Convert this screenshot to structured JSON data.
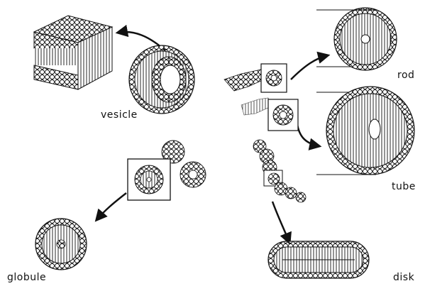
{
  "labels": {
    "vesicle": "vesicle",
    "rod": "rod",
    "tube": "tube",
    "globule": "globule",
    "disk": "disk"
  },
  "colors": {
    "ink": "#111111",
    "paper": "#ffffff"
  }
}
